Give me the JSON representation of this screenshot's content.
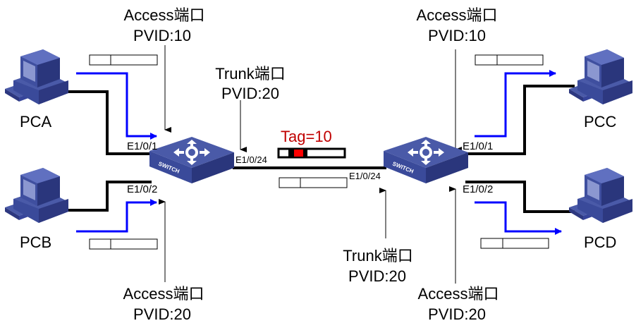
{
  "colors": {
    "link": "#000000",
    "flow": "#0000ff",
    "tag_red": "#c00000",
    "tag_fill": "#ff0000",
    "device_blue": "#3f4f9f"
  },
  "hosts": [
    {
      "id": "pca",
      "label": "PCA"
    },
    {
      "id": "pcb",
      "label": "PCB"
    },
    {
      "id": "pcc",
      "label": "PCC"
    },
    {
      "id": "pcd",
      "label": "PCD"
    }
  ],
  "switches": [
    {
      "id": "switch-a",
      "label": "SWITCH"
    },
    {
      "id": "switch-b",
      "label": "SWITCH"
    }
  ],
  "ports": {
    "swa_e1": "E1/0/1",
    "swa_e2": "E1/0/2",
    "swa_e24": "E1/0/24",
    "swb_e24": "E1/0/24",
    "swb_e1": "E1/0/1",
    "swb_e2": "E1/0/2"
  },
  "annotations": {
    "swa_e1": {
      "type": "Access端口",
      "pvid": "PVID:10"
    },
    "swa_e2": {
      "type": "Access端口",
      "pvid": "PVID:20"
    },
    "swa_e24": {
      "type": "Trunk端口",
      "pvid": "PVID:20"
    },
    "swb_e24": {
      "type": "Trunk端口",
      "pvid": "PVID:20"
    },
    "swb_e1": {
      "type": "Access端口",
      "pvid": "PVID:10"
    },
    "swb_e2": {
      "type": "Access端口",
      "pvid": "PVID:20"
    }
  },
  "trunk_frame": {
    "tag_label": "Tag=10"
  }
}
